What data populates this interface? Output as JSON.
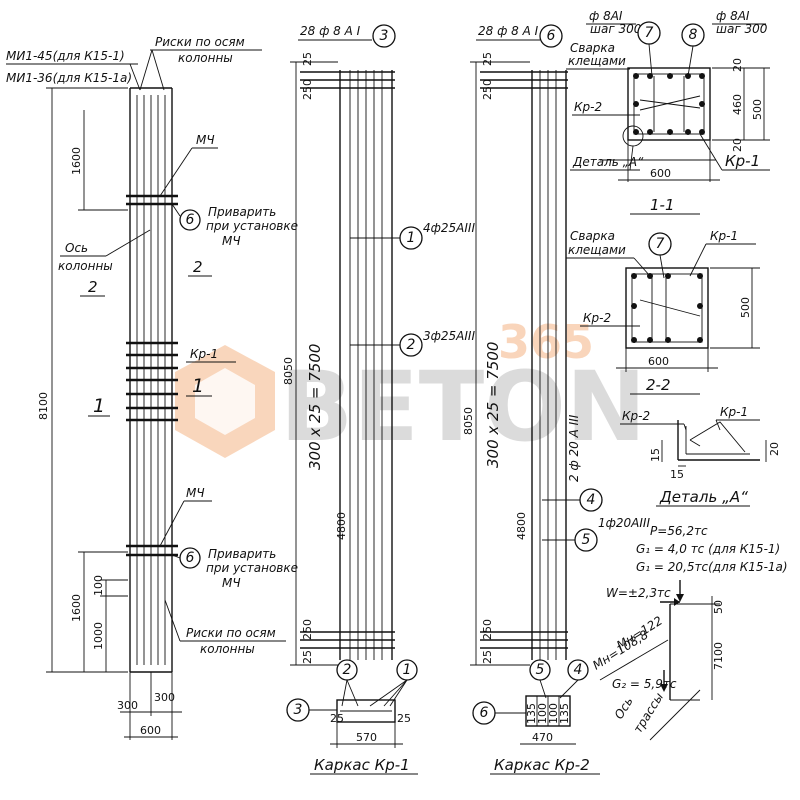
{
  "labels": {
    "mi1_45": "МИ1-45(для К15-1)",
    "mi1_36": "МИ1-36(для К15-1а)",
    "riski_top_1": "Риски по осям",
    "riski_top_2": "колонны",
    "mch_top": "МЧ",
    "privarit_top_1": "Приварить",
    "privarit_top_2": "при установке",
    "privarit_top_3": "МЧ",
    "os_1": "Ось",
    "os_2": "колонны",
    "os_3": "2",
    "zone_2": "2",
    "kr1_col": "Кр-1",
    "zone_1a": "1",
    "zone_1b": "1",
    "mch_bot": "МЧ",
    "privarit_bot_1": "Приварить",
    "privarit_bot_2": "при установке",
    "privarit_bot_3": "МЧ",
    "riski_bot_1": "Риски по осям",
    "riski_bot_2": "колонны",
    "kr1_top": "28 ф 8 А I",
    "kr1_bar1": "4ф25АIII",
    "kr1_bar2": "3ф25АIII",
    "kr1_title": "Каркас Кр-1",
    "kr2_top": "28 ф 8 А I",
    "kr2_bar4": "2 ф 20 А III",
    "kr2_bar5": "1ф20АIII",
    "kr2_title": "Каркас Кр-2",
    "sec_top_l1": "ф 8АI",
    "sec_top_l2": "шаг 300",
    "sec_top_r1": "ф 8АI",
    "sec_top_r2": "шаг 300",
    "svarka_1": "Сварка",
    "svarka_2": "клещами",
    "kr2_s1": "Кр-2",
    "kr1_s1": "Кр-1",
    "detal_ref": "Деталь „А“",
    "sec_1_1": "1-1",
    "svarka_b1": "Сварка",
    "svarka_b2": "клещами",
    "kr1_s2": "Кр-1",
    "kr2_s2": "Кр-2",
    "sec_2_2": "2-2",
    "kr2_det": "Кр-2",
    "kr1_det": "Кр-1",
    "detal_title": "Деталь „А“",
    "load_p": "P=56,2тс",
    "load_g1a": "G₁ = 4,0 тс (для К15-1)",
    "load_g1b": "G₁ = 20,5тс(для К15-1а)",
    "load_w": "W=±2,3тс",
    "load_mn1": "Mн=108,8",
    "load_mn2": "Mн=122",
    "load_g2": "G₂ = 5,9тс",
    "os_trassy_1": "Ось",
    "os_trassy_2": "трассы"
  },
  "dims": {
    "d1600_top": "1600",
    "d8100": "8100",
    "d1600_bot": "1600",
    "d100": "100",
    "d1000": "1000",
    "d300a": "300",
    "d300b": "300",
    "d600": "600",
    "k1_25a": "25",
    "k1_250a": "250",
    "k1_8050": "8050",
    "k1_7500": "300 x 25 = 7500",
    "k1_4800": "4800",
    "k1_250b": "250",
    "k1_25b": "25",
    "k1_b25a": "25",
    "k1_b25b": "25",
    "k1_b570": "570",
    "k2_25a": "25",
    "k2_250a": "250",
    "k2_8050": "8050",
    "k2_7500": "300 x 25 = 7500",
    "k2_4800": "4800",
    "k2_250b": "250",
    "k2_25b": "25",
    "k2_b135a": "135",
    "k2_b100a": "100",
    "k2_b100b": "100",
    "k2_b135b": "135",
    "k2_b470": "470",
    "s1_20a": "20",
    "s1_460": "460",
    "s1_500": "500",
    "s1_20b": "20",
    "s1_600": "600",
    "s2_500": "500",
    "s2_600": "600",
    "det_15a": "15",
    "det_15b": "15",
    "det_20": "20",
    "ld_50": "50",
    "ld_7100": "7100"
  },
  "markers": {
    "m3_top": "3",
    "m6_top": "6",
    "m6_bot": "6",
    "m1_kr1": "1",
    "m2_kr1": "2",
    "m2_b": "2",
    "m1_b": "1",
    "m3_b": "3",
    "m6_kr2": "6",
    "m4_kr2": "4",
    "m5_kr2": "5",
    "m5_b": "5",
    "m4_b": "4",
    "m6_b": "6",
    "m7_s1": "7",
    "m8_s1": "8",
    "m7_s2": "7"
  },
  "watermark": {
    "top": "365",
    "main": "BETON"
  }
}
